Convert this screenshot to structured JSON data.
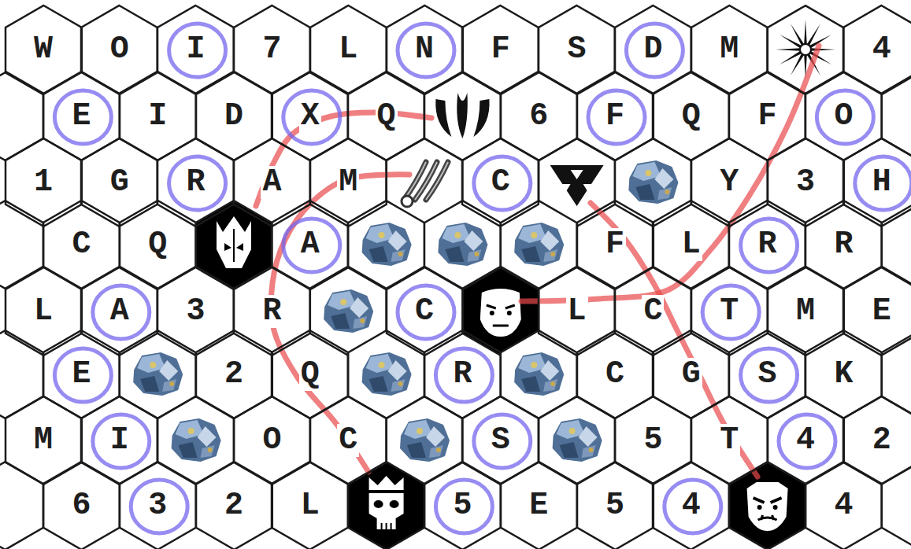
{
  "diagram": {
    "nodes": [
      {
        "text": [
          "W"
        ]
      },
      {
        "text": [
          "O"
        ]
      },
      {
        "text": [
          "I"
        ]
      },
      {
        "text": [
          "7"
        ]
      },
      {
        "text": [
          "L"
        ]
      },
      {
        "text": [
          "N"
        ]
      },
      {
        "text": [
          "F"
        ]
      },
      {
        "text": [
          "S"
        ]
      },
      {
        "text": [
          "D"
        ]
      },
      {
        "text": [
          "M"
        ]
      },
      {
        "text": [
          "4"
        ]
      },
      {
        "text": [
          "E"
        ]
      },
      {
        "text": [
          "I"
        ]
      },
      {
        "text": [
          "D"
        ]
      },
      {
        "text": [
          "X"
        ]
      },
      {
        "text": [
          "Q"
        ]
      },
      {
        "text": [
          "6"
        ]
      },
      {
        "text": [
          "F"
        ]
      },
      {
        "text": [
          "Q"
        ]
      },
      {
        "text": [
          "F"
        ]
      },
      {
        "text": [
          "O"
        ]
      },
      {
        "text": [
          "1"
        ]
      },
      {
        "text": [
          "G"
        ]
      },
      {
        "text": [
          "R"
        ]
      },
      {
        "text": [
          "A"
        ]
      },
      {
        "text": [
          "M"
        ]
      },
      {
        "text": [
          "C"
        ]
      },
      {
        "text": [
          "Y"
        ]
      },
      {
        "text": [
          "3"
        ]
      },
      {
        "text": [
          "H"
        ]
      },
      {
        "text": [
          "C"
        ]
      },
      {
        "text": [
          "Q"
        ]
      },
      {
        "text": [
          "A"
        ]
      },
      {
        "text": [
          "F"
        ]
      },
      {
        "text": [
          "L"
        ]
      },
      {
        "text": [
          "R"
        ]
      },
      {
        "text": [
          "R"
        ]
      },
      {
        "text": [
          "L"
        ]
      },
      {
        "text": [
          "A"
        ]
      },
      {
        "text": [
          "3"
        ]
      },
      {
        "text": [
          "R"
        ]
      },
      {
        "text": [
          "C"
        ]
      },
      {
        "text": [
          "L"
        ]
      },
      {
        "text": [
          "C"
        ]
      },
      {
        "text": [
          "T"
        ]
      },
      {
        "text": [
          "M"
        ]
      },
      {
        "text": [
          "E"
        ]
      },
      {
        "text": [
          "E"
        ]
      },
      {
        "text": [
          "2"
        ]
      },
      {
        "text": [
          "Q"
        ]
      },
      {
        "text": [
          "R"
        ]
      },
      {
        "text": [
          "C"
        ]
      },
      {
        "text": [
          "G"
        ]
      },
      {
        "text": [
          "S"
        ]
      },
      {
        "text": [
          "K"
        ]
      },
      {
        "text": [
          "M"
        ]
      },
      {
        "text": [
          "I"
        ]
      },
      {
        "text": [
          "O"
        ]
      },
      {
        "text": [
          "C"
        ]
      },
      {
        "text": [
          "S"
        ]
      },
      {
        "text": [
          "5"
        ]
      },
      {
        "text": [
          "T"
        ]
      },
      {
        "text": [
          "4"
        ]
      },
      {
        "text": [
          "2"
        ]
      },
      {
        "text": [
          "6"
        ]
      },
      {
        "text": [
          "3"
        ]
      },
      {
        "text": [
          "2"
        ]
      },
      {
        "text": [
          "L"
        ]
      },
      {
        "text": [
          "5"
        ]
      },
      {
        "text": [
          "E"
        ]
      },
      {
        "text": [
          "5"
        ]
      },
      {
        "text": [
          "4"
        ]
      },
      {
        "text": [
          "4"
        ]
      }
    ]
  }
}
